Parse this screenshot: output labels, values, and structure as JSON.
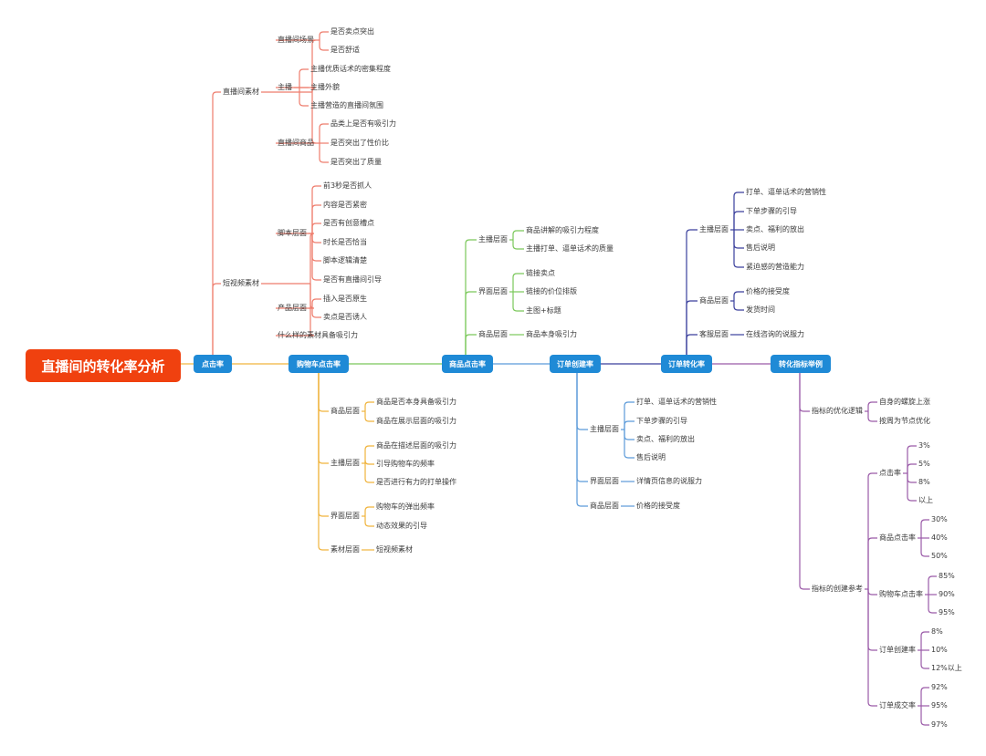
{
  "root": {
    "label": "直播间的转化率分析"
  },
  "colors": {
    "root": "#f0410f",
    "box": "#1f8ad6",
    "red": "#ee7c6c",
    "orange": "#f0b33c",
    "green": "#7ac85a",
    "blue": "#5b9ad9",
    "navy": "#3a3f9c",
    "purple": "#9a5aa8"
  },
  "branches": [
    {
      "label": "点击率",
      "children": [
        {
          "label": "直播间素材",
          "children": [
            {
              "label": "直播间场景",
              "children": [
                {
                  "label": "是否卖点突出"
                },
                {
                  "label": "是否舒适"
                }
              ]
            },
            {
              "label": "主播",
              "children": [
                {
                  "label": "主播优质话术的密集程度"
                },
                {
                  "label": "主播外貌"
                },
                {
                  "label": "主播营造的直播间氛围"
                }
              ]
            },
            {
              "label": "直播间商品",
              "children": [
                {
                  "label": "品类上是否有吸引力"
                },
                {
                  "label": "是否突出了性价比"
                },
                {
                  "label": "是否突出了质量"
                }
              ]
            }
          ]
        },
        {
          "label": "短视频素材",
          "children": [
            {
              "label": "脚本层面",
              "children": [
                {
                  "label": "前3秒是否抓人"
                },
                {
                  "label": "内容是否紧密"
                },
                {
                  "label": "是否有创意槽点"
                },
                {
                  "label": "时长是否恰当"
                },
                {
                  "label": "脚本逻辑清楚"
                },
                {
                  "label": "是否有直播间引导"
                }
              ]
            },
            {
              "label": "产品层面",
              "children": [
                {
                  "label": "插入是否原生"
                },
                {
                  "label": "卖点是否诱人"
                }
              ]
            },
            {
              "label": "什么样的素材具备吸引力"
            }
          ]
        }
      ]
    },
    {
      "label": "购物车点击率",
      "children": [
        {
          "label": "商品层面",
          "children": [
            {
              "label": "商品是否本身具备吸引力"
            },
            {
              "label": "商品在展示层面的吸引力"
            }
          ]
        },
        {
          "label": "主播层面",
          "children": [
            {
              "label": "商品在描述层面的吸引力"
            },
            {
              "label": "引导购物车的频率"
            },
            {
              "label": "是否进行有力的打单操作"
            }
          ]
        },
        {
          "label": "界面层面",
          "children": [
            {
              "label": "购物车的弹出频率"
            },
            {
              "label": "动态效果的引导"
            }
          ]
        },
        {
          "label": "素材层面",
          "children": [
            {
              "label": "短视频素材"
            }
          ]
        }
      ]
    },
    {
      "label": "商品点击率",
      "children": [
        {
          "label": "主播层面",
          "children": [
            {
              "label": "商品讲解的吸引力程度"
            },
            {
              "label": "主播打单、逼单话术的质量"
            }
          ]
        },
        {
          "label": "界面层面",
          "children": [
            {
              "label": "链接卖点"
            },
            {
              "label": "链接的价位排版"
            },
            {
              "label": "主图+标题"
            }
          ]
        },
        {
          "label": "商品层面",
          "children": [
            {
              "label": "商品本身吸引力"
            }
          ]
        }
      ]
    },
    {
      "label": "订单创建率",
      "children": [
        {
          "label": "主播层面",
          "children": [
            {
              "label": "打单、逼单话术的营销性"
            },
            {
              "label": "下单步骤的引导"
            },
            {
              "label": "卖点、福利的放出"
            },
            {
              "label": "售后说明"
            }
          ]
        },
        {
          "label": "界面层面",
          "children": [
            {
              "label": "详情页信息的说服力"
            }
          ]
        },
        {
          "label": "商品层面",
          "children": [
            {
              "label": "价格的接受度"
            }
          ]
        }
      ]
    },
    {
      "label": "订单转化率",
      "children": [
        {
          "label": "主播层面",
          "children": [
            {
              "label": "打单、逼单话术的营销性"
            },
            {
              "label": "下单步骤的引导"
            },
            {
              "label": "卖点、福利的放出"
            },
            {
              "label": "售后说明"
            },
            {
              "label": "紧迫感的营造能力"
            }
          ]
        },
        {
          "label": "商品层面",
          "children": [
            {
              "label": "价格的接受度"
            },
            {
              "label": "发货时间"
            }
          ]
        },
        {
          "label": "客服层面",
          "children": [
            {
              "label": "在线咨询的说服力"
            }
          ]
        }
      ]
    },
    {
      "label": "转化指标举例",
      "children": [
        {
          "label": "指标的优化逻辑",
          "children": [
            {
              "label": "自身的螺旋上涨"
            },
            {
              "label": "按周为节点优化"
            }
          ]
        },
        {
          "label": "指标的创建参考",
          "children": [
            {
              "label": "点击率",
              "children": [
                {
                  "label": "3%"
                },
                {
                  "label": "5%"
                },
                {
                  "label": "8%"
                },
                {
                  "label": "以上"
                }
              ]
            },
            {
              "label": "商品点击率",
              "children": [
                {
                  "label": "30%"
                },
                {
                  "label": "40%"
                },
                {
                  "label": "50%"
                }
              ]
            },
            {
              "label": "购物车点击率",
              "children": [
                {
                  "label": "85%"
                },
                {
                  "label": "90%"
                },
                {
                  "label": "95%"
                }
              ]
            },
            {
              "label": "订单创建率",
              "children": [
                {
                  "label": "8%"
                },
                {
                  "label": "10%"
                },
                {
                  "label": "12%以上"
                }
              ]
            },
            {
              "label": "订单成交率",
              "children": [
                {
                  "label": "92%"
                },
                {
                  "label": "95%"
                },
                {
                  "label": "97%"
                }
              ]
            }
          ]
        }
      ]
    }
  ]
}
